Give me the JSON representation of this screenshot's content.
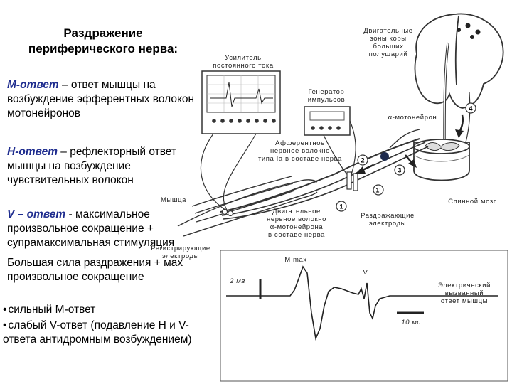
{
  "title_line1": "Раздражение",
  "title_line2": "периферического нерва:",
  "m_response": {
    "term": "М-ответ",
    "text": " – ответ мышцы на возбуждение эфферентных волокон мотонейронов"
  },
  "h_response": {
    "term": "Н-ответ",
    "text": " – рефлекторный ответ мышцы на возбуждение чувствительных волокон"
  },
  "v_response": {
    "term": "V – ответ",
    "text": " - максимальное произвольное сокращение + супрамаксимальная стимуляция"
  },
  "note": "Большая сила раздражения + мах произвольное сокращение",
  "bullets": [
    "сильный М-ответ",
    "слабый V-ответ (подавление Н и V-ответа антидромным возбуждением)"
  ],
  "labels": {
    "motor_cortex": [
      "Двигательные",
      "зоны коры",
      "больших",
      "полушарий"
    ],
    "amplifier": [
      "Усилитель",
      "постоянного тока"
    ],
    "generator": [
      "Генератор",
      "импульсов"
    ],
    "alpha_motoneuron": "α-мотонейрон",
    "afferent": [
      "Афферентное",
      "нервное волокно",
      "типа Iа в составе нерва"
    ],
    "muscle": "Мышца",
    "spinal_cord": "Спинной мозг",
    "motor_fiber": [
      "Двигательное",
      "нервное волокно",
      "α-мотонейрона",
      "в составе нерва"
    ],
    "stim_electrodes": [
      "Раздражающие",
      "электроды"
    ],
    "rec_electrodes": [
      "Регистрирующие",
      "электроды"
    ],
    "evoked_response": [
      "Электрический",
      "вызванный",
      "ответ мышцы"
    ],
    "mmax": "M max",
    "v_peak": "V",
    "scale_y": "2 мв",
    "scale_x": "10 мс"
  },
  "markers": [
    "1",
    "1'",
    "2",
    "3",
    "4"
  ],
  "colors": {
    "term": "#1f2d8f",
    "line": "#333333",
    "marker_fill": "#ffffff"
  }
}
